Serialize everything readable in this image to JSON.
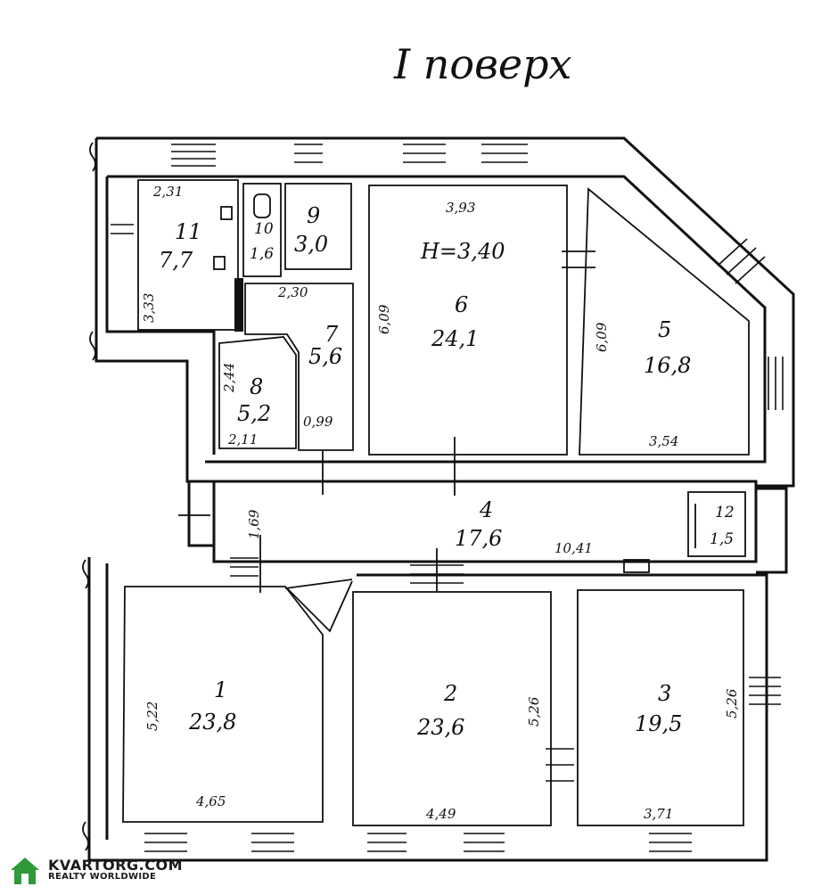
{
  "floor_title": "I поверх",
  "ceiling_height": "H=3,40",
  "rooms": [
    {
      "id": "room-1",
      "number": "1",
      "area": "23,8"
    },
    {
      "id": "room-2",
      "number": "2",
      "area": "23,6"
    },
    {
      "id": "room-3",
      "number": "3",
      "area": "19,5"
    },
    {
      "id": "room-4",
      "number": "4",
      "area": "17,6"
    },
    {
      "id": "room-5",
      "number": "5",
      "area": "16,8"
    },
    {
      "id": "room-6",
      "number": "6",
      "area": "24,1"
    },
    {
      "id": "room-7",
      "number": "7",
      "area": "5,6"
    },
    {
      "id": "room-8",
      "number": "8",
      "area": "5,2"
    },
    {
      "id": "room-9",
      "number": "9",
      "area": "3,0"
    },
    {
      "id": "room-10",
      "number": "10",
      "area": "1,6"
    },
    {
      "id": "room-11",
      "number": "11",
      "area": "7,7"
    },
    {
      "id": "room-12",
      "number": "12",
      "area": "1,5"
    }
  ],
  "dimensions": {
    "d_393": "3,93",
    "d_609_room6": "6,09",
    "d_609_room5": "6,09",
    "d_354": "3,54",
    "d_231": "2,31",
    "d_333": "3,33",
    "d_230": "2,30",
    "d_244": "2,44",
    "d_211": "2,11",
    "d_099": "0,99",
    "d_169": "1,69",
    "d_1041": "10,41",
    "d_522": "5,22",
    "d_465": "4,65",
    "d_526_room2": "5,26",
    "d_449": "4,49",
    "d_526_room3": "5,26",
    "d_371": "3,71"
  },
  "watermark": {
    "line1": "KVARTORG.COM",
    "line2": "REALTY WORLDWIDE",
    "logo_color": "#2e9a3c"
  }
}
